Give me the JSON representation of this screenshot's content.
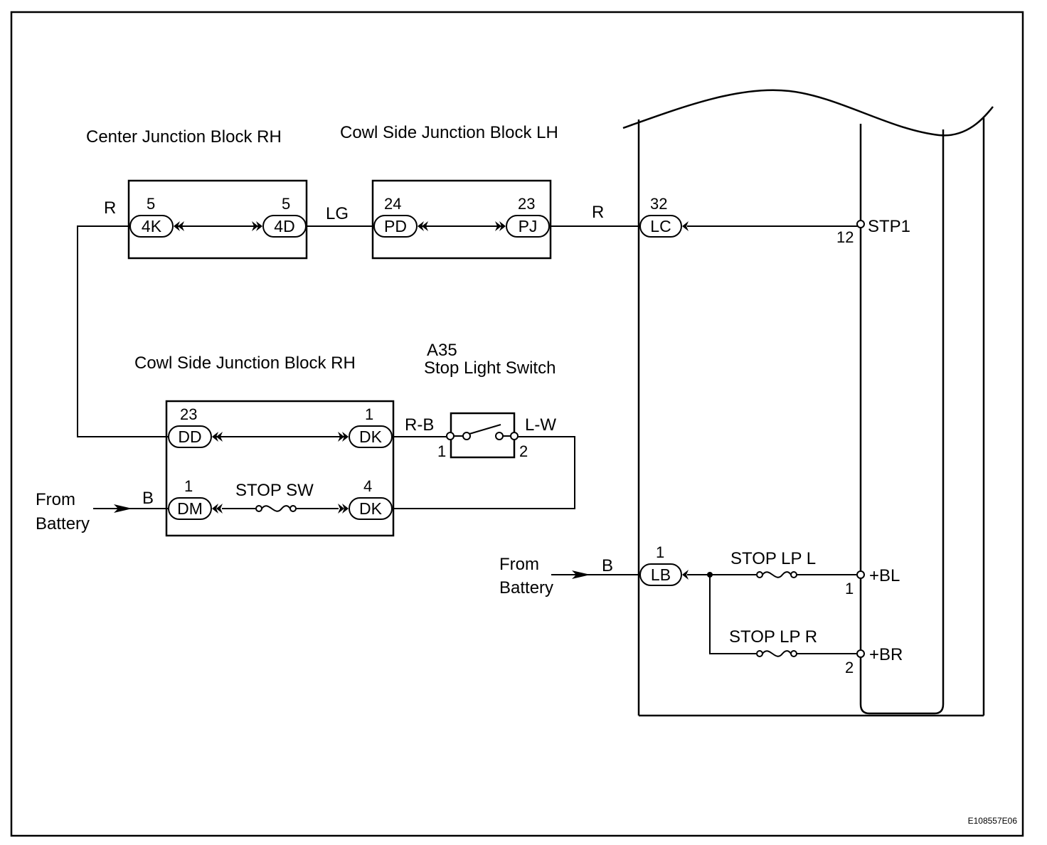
{
  "blocks": {
    "center_jb_rh": "Center Junction Block RH",
    "cowl_jb_lh": "Cowl Side Junction Block LH",
    "cowl_jb_rh": "Cowl Side Junction Block RH",
    "stop_switch_code": "A35",
    "stop_switch_name": "Stop Light Switch"
  },
  "connectors": {
    "c4k": {
      "code": "4K",
      "pin": "5"
    },
    "c4d": {
      "code": "4D",
      "pin": "5"
    },
    "cpd": {
      "code": "PD",
      "pin": "24"
    },
    "cpj": {
      "code": "PJ",
      "pin": "23"
    },
    "clc": {
      "code": "LC",
      "pin": "32"
    },
    "cdd": {
      "code": "DD",
      "pin": "23"
    },
    "cdk1": {
      "code": "DK",
      "pin": "1"
    },
    "cdm": {
      "code": "DM",
      "pin": "1"
    },
    "cdk4": {
      "code": "DK",
      "pin": "4"
    },
    "clb": {
      "code": "LB",
      "pin": "1"
    }
  },
  "wires": {
    "r_left": "R",
    "lg": "LG",
    "r_top": "R",
    "rb": "R-B",
    "lw": "L-W",
    "b_left": "B",
    "b_right": "B"
  },
  "switch_pins": {
    "p1": "1",
    "p2": "2"
  },
  "fuses": {
    "stop_sw": "STOP SW",
    "stop_lp_l": "STOP LP L",
    "stop_lp_r": "STOP LP R"
  },
  "battery": {
    "left_line1": "From",
    "left_line2": "Battery",
    "right_line1": "From",
    "right_line2": "Battery"
  },
  "ecu_terminals": {
    "stp1": "STP1",
    "stp1_pin": "12",
    "bl": "+BL",
    "bl_pin": "1",
    "br": "+BR",
    "br_pin": "2"
  },
  "figure_id": "E108557E06"
}
